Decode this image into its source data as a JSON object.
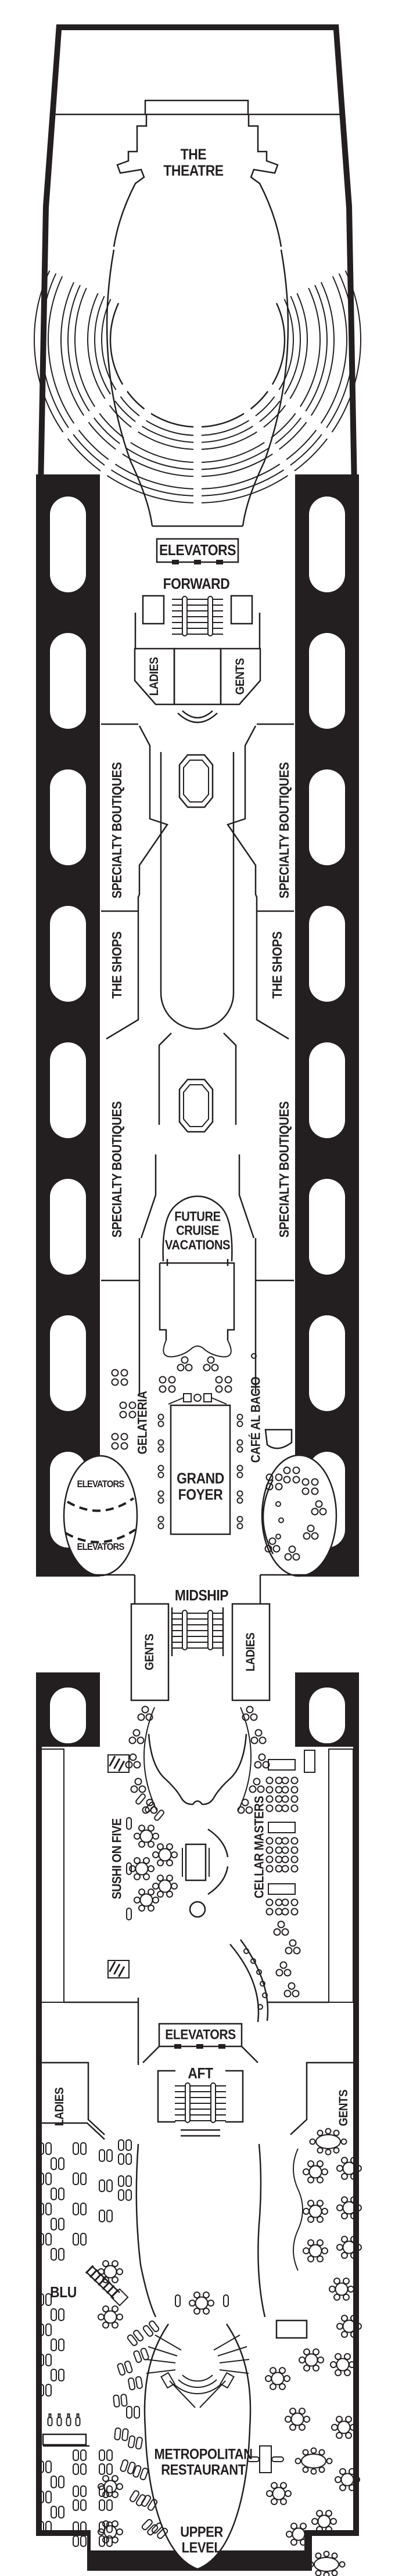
{
  "deck_plan": {
    "colors": {
      "ink": "#231f20",
      "paper": "#ffffff"
    },
    "ship_sections": {
      "forward": "FORWARD",
      "midship": "MIDSHIP",
      "aft": "AFT"
    },
    "venues": {
      "theatre": "THE\nTHEATRE",
      "specialty_boutiques": "SPECIALTY BOUTIQUES",
      "the_shops": "THE SHOPS",
      "future_cruise_vacations": "FUTURE\nCRUISE\nVACATIONS",
      "gelateria": "GELATERIA",
      "cafe_al_bacio": "CAFÉ AL BACIO",
      "grand_foyer": "GRAND\nFOYER",
      "sushi_on_five": "SUSHI ON FIVE",
      "cellar_masters": "CELLAR MASTERS",
      "blu": "BLU",
      "metropolitan_restaurant": "METROPOLITAN\nRESTAURANT",
      "metropolitan_level": "UPPER\nLEVEL"
    },
    "facilities": {
      "elevators": "ELEVATORS",
      "ladies": "LADIES",
      "gents": "GENTS"
    }
  }
}
